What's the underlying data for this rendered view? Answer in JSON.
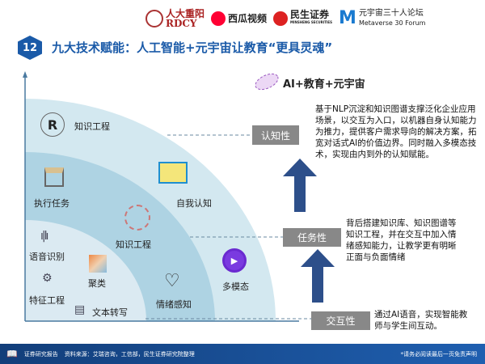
{
  "logos": [
    {
      "name": "人大重阳",
      "sub": "RDCY"
    },
    {
      "name": "西瓜视频"
    },
    {
      "name": "民生证券",
      "sub": "MINSHENG SECURITIES"
    },
    {
      "name": "元宇宙三十人论坛",
      "sub": "Metaverse 30 Forum"
    }
  ],
  "header": {
    "number": "12",
    "title": "九大技术赋能：人工智能+元宇宙让教育“更具灵魂”"
  },
  "diagram": {
    "legend": "AI+教育+元宇宙",
    "items": [
      "知识工程",
      "执行任务",
      "自我认知",
      "知识工程",
      "语音识别",
      "聚类",
      "特征工程",
      "文本转写",
      "情绪感知",
      "多模态"
    ],
    "levels": [
      {
        "label": "认知性",
        "desc": "基于NLP沉淀和知识图谱支撑泛化企业应用场景，以交互为入口，以机器自身认知能力为推力，提供客户需求导向的解决方案，拓宽对话式AI的价值边界。同时融入多模态技术，实现由内到外的认知赋能。"
      },
      {
        "label": "任务性",
        "desc": "背后搭建知识库、知识图谱等知识工程，并在交互中加入情绪感知能力，让教学更有明晰正面与负面情绪"
      },
      {
        "label": "交互性",
        "desc": "通过AI语音，实现智能教师与学生间互动。"
      }
    ]
  },
  "footer": {
    "brand": "证券研究报告",
    "source": "资料来源：艾瑞咨询，工信部，民生证券研究院整理",
    "disclaimer": "*请务必阅读最后一页免责声明"
  },
  "colors": {
    "primary": "#1a5aa8",
    "arrow": "#2d4f8a",
    "box": "#888888"
  }
}
